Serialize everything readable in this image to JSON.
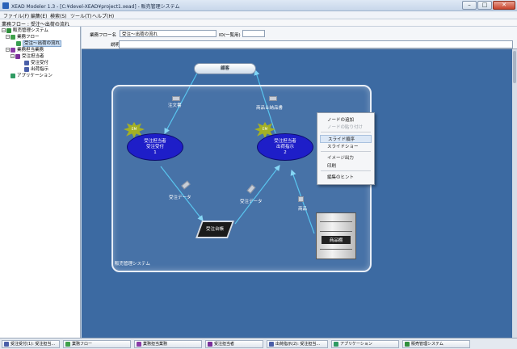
{
  "window": {
    "title": "XEAD Modeler 1.3 - [C:¥devel-XEAD¥project1.xead] - 販売管理システム",
    "minimize": "–",
    "maximize": "□",
    "close": "✕"
  },
  "menu": [
    "ファイル(F)",
    "編集(E)",
    "検索(S)",
    "ツール(T)",
    "ヘルプ(H)"
  ],
  "breadcrumb": "業務フロー : 受注～出荷の流れ",
  "tree": [
    {
      "label": "販売管理システム",
      "icon": "system-icon",
      "color": "#2f8f3c"
    },
    {
      "label": "業務フロー",
      "icon": "folder-icon",
      "color": "#3fa04a"
    },
    {
      "label": "受注～出荷の流れ",
      "icon": "flow-icon",
      "color": "#3a9e52"
    },
    {
      "label": "業務担当業務",
      "icon": "role-icon",
      "color": "#8a3aa8"
    },
    {
      "label": "受注担当者",
      "icon": "person-icon",
      "color": "#7a2f9a"
    },
    {
      "label": "受注受付",
      "icon": "task-icon",
      "color": "#4a5fa8"
    },
    {
      "label": "出荷指示",
      "icon": "task-icon",
      "color": "#4a5fa8"
    },
    {
      "label": "アプリケーション",
      "icon": "app-icon",
      "color": "#2f9a62"
    }
  ],
  "props": {
    "flow_name_label": "業務フロー名",
    "flow_name_value": "受注～出荷の流れ",
    "id_label": "ID(一覧用)",
    "id_value": "",
    "desc_label": "説明"
  },
  "diagram": {
    "customer": "顧客",
    "system_label": "販売管理システム",
    "node1": {
      "lines": [
        "受注担当者",
        "受注受付",
        "1"
      ],
      "badge": "EM"
    },
    "node2": {
      "lines": [
        "受注担当者",
        "出荷指示",
        "2"
      ],
      "badge": "EM"
    },
    "store": "受注台帳",
    "shelf": "商品棚",
    "flows": {
      "order_form": "注文書",
      "goods_slip": "商品＆納品書",
      "order_data_1": "受注データ",
      "order_data_2": "受注データ",
      "goods": "商品"
    }
  },
  "context_menu": [
    {
      "label": "ノードの追加",
      "disabled": false
    },
    {
      "label": "ノードの貼り付け",
      "disabled": true
    },
    {
      "label": "スライド順序",
      "disabled": false
    },
    {
      "label": "スライドショー",
      "disabled": false
    },
    {
      "label": "イメージ出力",
      "disabled": false
    },
    {
      "label": "印刷",
      "disabled": false
    },
    {
      "label": "編集のヒント",
      "disabled": false
    }
  ],
  "taskbar": [
    {
      "label": "受注受付(1): 受注担当...",
      "color": "#4a5fa8"
    },
    {
      "label": "業務フロー",
      "color": "#3fa04a"
    },
    {
      "label": "業務担当業務",
      "color": "#8a3aa8"
    },
    {
      "label": "受注担当者",
      "color": "#7a2f9a"
    },
    {
      "label": "出荷指示(2): 受注担当...",
      "color": "#4a5fa8"
    },
    {
      "label": "アプリケーション",
      "color": "#2f9a62"
    },
    {
      "label": "販売管理システム",
      "color": "#2f8f3c"
    }
  ]
}
